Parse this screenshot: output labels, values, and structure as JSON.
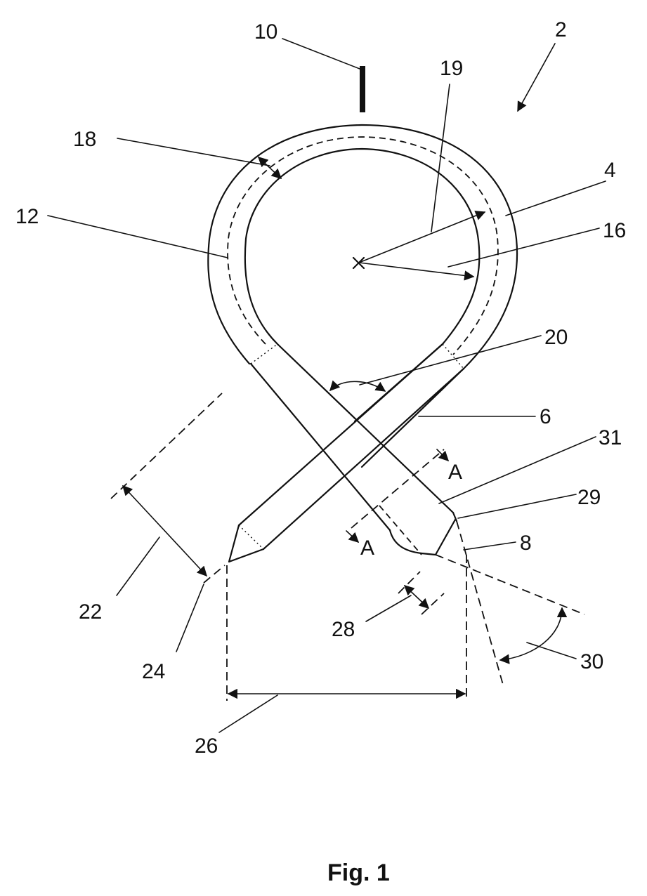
{
  "figure": {
    "caption": "Fig. 1",
    "labels": {
      "l2": "2",
      "l4": "4",
      "l6": "6",
      "l8": "8",
      "l10": "10",
      "l12": "12",
      "l16": "16",
      "l18": "18",
      "l19": "19",
      "l20": "20",
      "l22": "22",
      "l24": "24",
      "l26": "26",
      "l28": "28",
      "l29": "29",
      "l30": "30",
      "l31": "31",
      "sectionA1": "A",
      "sectionA2": "A"
    }
  }
}
